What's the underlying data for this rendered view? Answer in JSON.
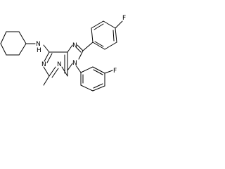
{
  "molecule": {
    "atoms": {
      "amine_n": "N",
      "amine_h": "H",
      "ring_n1": "N",
      "ring_n3": "N",
      "ring_n7": "N",
      "ring_n9": "N",
      "fluorine_top": "F",
      "fluorine_bottom": "F"
    },
    "colors": {
      "bond": "#000000",
      "label": "#000000",
      "background": "#ffffff"
    }
  }
}
